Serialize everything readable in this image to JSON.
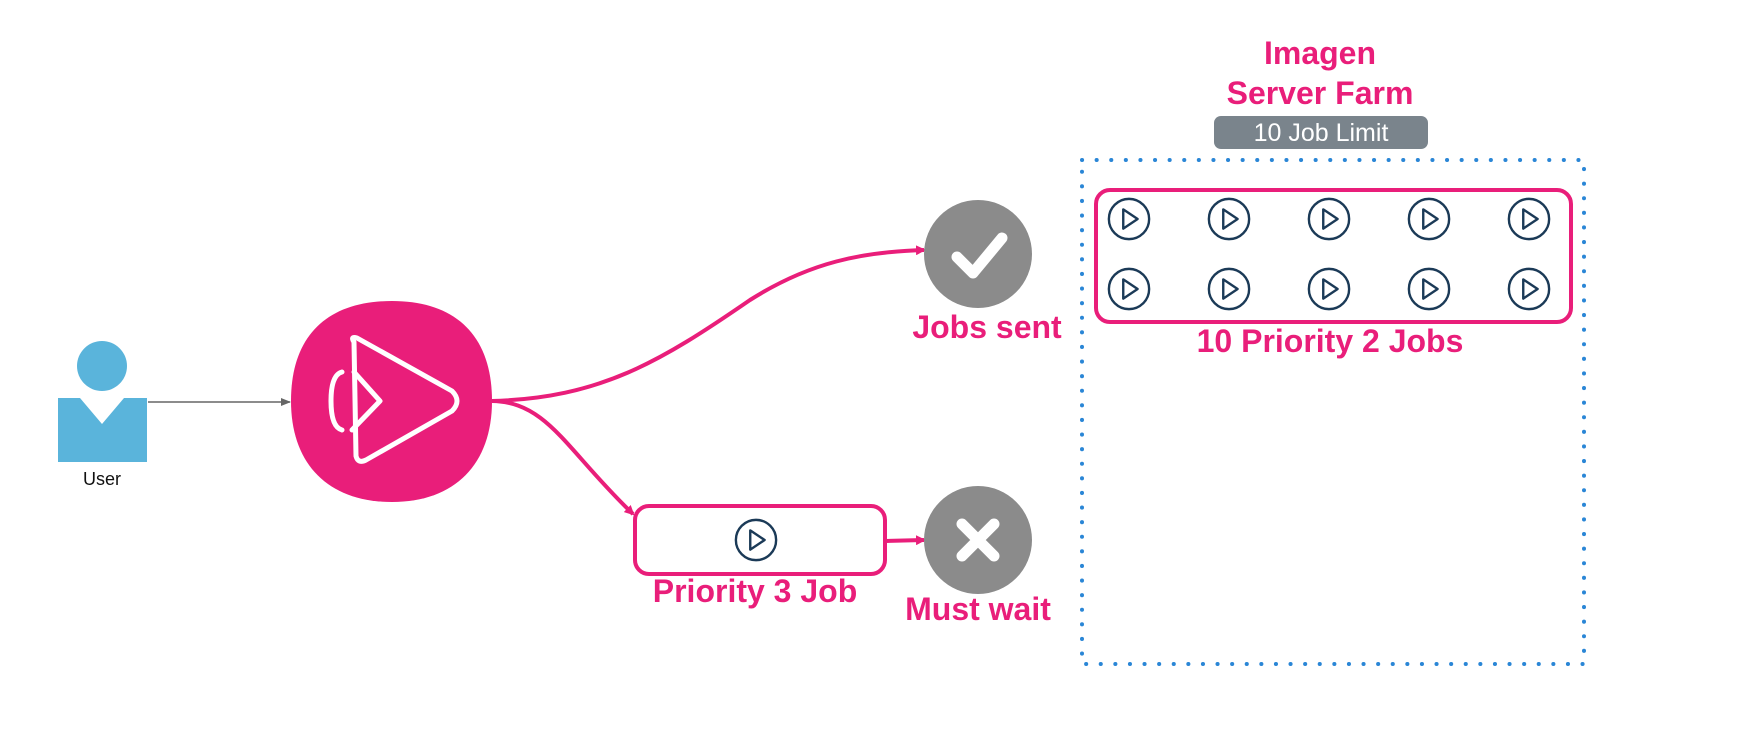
{
  "user": {
    "label": "User"
  },
  "farm": {
    "title_line1": "Imagen",
    "title_line2": "Server Farm",
    "badge": "10 Job Limit",
    "group_label": "10 Priority 2 Jobs"
  },
  "status_sent": {
    "label": "Jobs sent",
    "icon": "checkmark-icon"
  },
  "status_wait": {
    "label": "Must wait",
    "icon": "x-icon"
  },
  "queued_job": {
    "label": "Priority 3 Job",
    "icon": "play-icon"
  },
  "app": {
    "icon": "imagen-logo-icon"
  },
  "colors": {
    "accent": "#e91e7a",
    "user": "#5ab4db",
    "status_gray": "#8b8b8b",
    "badge": "#7a848c",
    "border_dotted": "#2a86d6",
    "play_icon": "#1b3a57"
  },
  "priority2_jobs": {
    "count": 10,
    "rows": 2,
    "columns": 5
  }
}
